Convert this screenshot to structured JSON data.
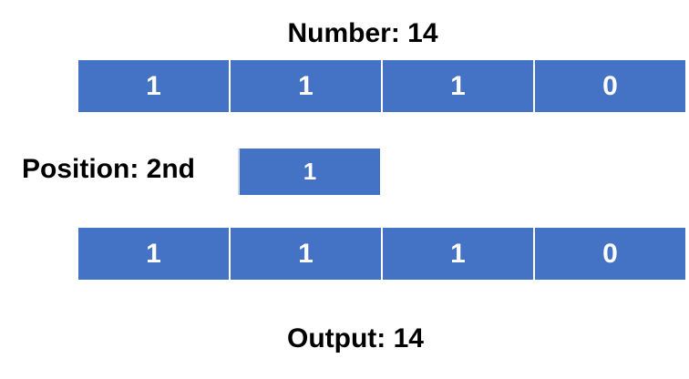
{
  "title": "Number: 14",
  "number_bits": [
    "1",
    "1",
    "1",
    "0"
  ],
  "position": {
    "label": "Position: 2nd",
    "bit": "1"
  },
  "output_bits": [
    "1",
    "1",
    "1",
    "0"
  ],
  "output_label": "Output: 14",
  "colors": {
    "cell_fill": "#4472C4",
    "cell_text": "#FFFFFF",
    "text": "#000000"
  }
}
